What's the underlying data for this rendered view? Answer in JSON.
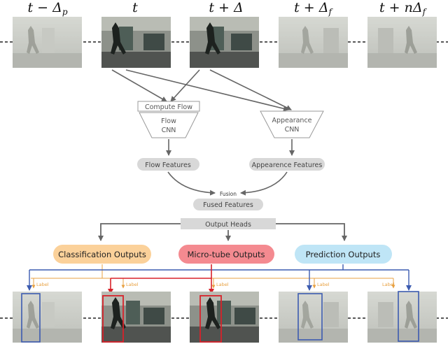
{
  "top_labels": [
    {
      "base": "t − ",
      "sym": "Δ",
      "sub": "p"
    },
    {
      "base": "t",
      "sym": "",
      "sub": ""
    },
    {
      "base": "t + ",
      "sym": "Δ",
      "sub": ""
    },
    {
      "base": "t + ",
      "sym": "Δ",
      "sub": "f"
    },
    {
      "base": "t + n",
      "sym": "Δ",
      "sub": "f"
    }
  ],
  "boxes": {
    "compute_flow": "Compute Flow",
    "flow_cnn_line1": "Flow",
    "flow_cnn_line2": "CNN",
    "appearance_cnn_line1": "Appearance",
    "appearance_cnn_line2": "CNN"
  },
  "pills": {
    "flow_features": "Flow Features",
    "appearance_features": "Appearence Features",
    "fusion": "Fusion",
    "fused_features": "Fused Features",
    "output_heads": "Output Heads"
  },
  "outputs": {
    "classification": "Classification Outputs",
    "microtube": "Micro-tube Outputs",
    "prediction": "Prediction Outputs"
  },
  "label_text": "Label",
  "colors": {
    "classification_fill": "#fbd19a",
    "microtube_fill": "#f48a90",
    "prediction_fill": "#bfe5f6",
    "blue": "#3c5bb0",
    "red": "#d8222a",
    "orange": "#e8a040",
    "pill_fill": "#d8d8d8",
    "arrow_gray": "#666666"
  }
}
